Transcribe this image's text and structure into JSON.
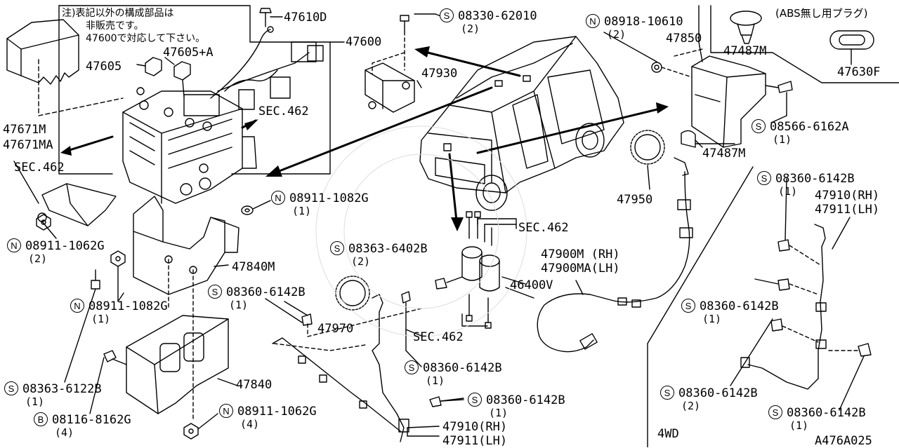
{
  "note": {
    "line1": "注)表記以外の構成部品は",
    "line2": "非販売です。",
    "line3": "47600で対応して下さい。"
  },
  "labels": {
    "p47610D": "47610D",
    "p47600": "47600",
    "p47605": "47605",
    "p47605A": "47605+A",
    "p47671M": "47671M",
    "p47671MA": "47671MA",
    "sec462_a": "SEC.462",
    "sec462_b": "SEC.462",
    "sec462_c": "SEC.462",
    "sec462_d": "SEC.462",
    "b08330": "08330-62010",
    "q08330": "(2)",
    "p47930": "47930",
    "b08918": "08918-10610",
    "q08918": "(2)",
    "p47850": "47850",
    "p47487M_top": "47487M",
    "abs_plug": "(ABS無し用プラグ)",
    "p47630F": "47630F",
    "b08566": "08566-6162A",
    "q08566": "(1)",
    "p47487M_mid": "47487M",
    "p47950": "47950",
    "b08911_1082G_a": "08911-1082G",
    "q08911_1082G_a": "(1)",
    "b08911_1062G_a": "08911-1062G",
    "q08911_1062G_a": "(2)",
    "p47840M": "47840M",
    "b08911_1082G_b": "08911-1082G",
    "q08911_1082G_b": "(1)",
    "b08363_6402B": "08363-6402B",
    "q08363_6402B": "(2)",
    "p46400V": "46400V",
    "p47900M": "47900M (RH)",
    "p47900MA": "47900MA(LH)",
    "b08360_a": "08360-6142B",
    "q08360_a": "(1)",
    "p47970": "47970",
    "b08360_b": "08360-6142B",
    "q08360_b": "(1)",
    "b08360_c": "08360-6142B",
    "q08360_c": "(1)",
    "p47910_bottom": "47910(RH)",
    "p47911_bottom": "47911(LH)",
    "p47840": "47840",
    "b08363_6122B": "08363-6122B",
    "q08363_6122B": "(1)",
    "b08116": "08116-8162G",
    "q08116": "(4)",
    "b08911_1062G_b": "08911-1062G",
    "q08911_1062G_b": "(4)",
    "b08360_4wd_a": "08360-6142B",
    "q08360_4wd_a": "(1)",
    "p47910_4wd": "47910(RH)",
    "p47911_4wd": "47911(LH)",
    "b08360_4wd_b": "08360-6142B",
    "q08360_4wd_b": "(1)",
    "b08360_4wd_c": "08360-6142B",
    "q08360_4wd_c": "(2)",
    "b08360_4wd_d": "08360-6142B",
    "q08360_4wd_d": "(1)",
    "fourwd": "4WD",
    "code": "A476A025"
  },
  "badges": {
    "S": "S",
    "N": "N",
    "B": "B"
  }
}
